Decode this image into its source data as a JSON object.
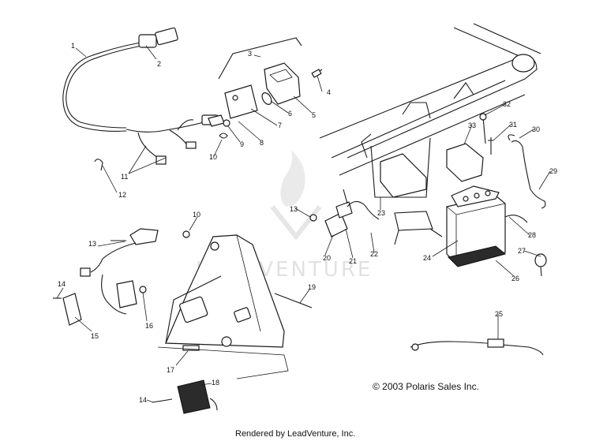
{
  "callouts": [
    "1",
    "2",
    "3",
    "4",
    "5",
    "6",
    "7",
    "8",
    "9",
    "10",
    "11",
    "12",
    "10",
    "13",
    "14",
    "15",
    "16",
    "17",
    "18",
    "14",
    "19",
    "13",
    "20",
    "21",
    "22",
    "23",
    "24",
    "25",
    "26",
    "27",
    "28",
    "29",
    "30",
    "31",
    "32",
    "33"
  ],
  "copyright": "© 2003 Polaris Sales Inc.",
  "footer": "Rendered by LeadVenture, Inc.",
  "watermark": {
    "text": "LEADVENTURE",
    "color": "#c9c9c9"
  },
  "colors": {
    "line": "#1a1a1a",
    "background": "#ffffff"
  }
}
